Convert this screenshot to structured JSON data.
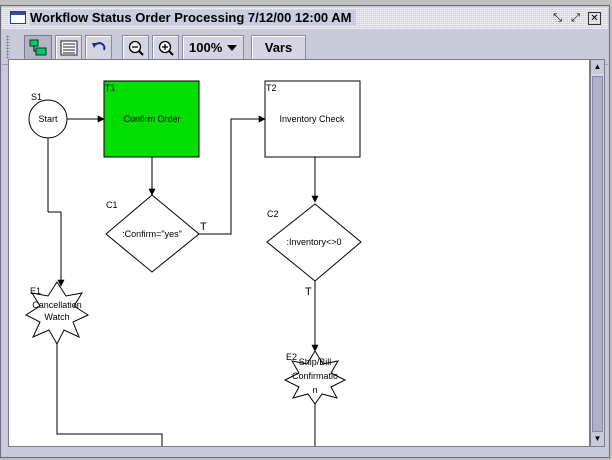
{
  "window": {
    "title": "Workflow Status Order Processing 7/12/00 12:00 AM",
    "controls": {
      "minimize": "⤡",
      "maximize": "⤢",
      "close": "✕"
    }
  },
  "toolbar": {
    "tools": [
      {
        "name": "select-tool",
        "icon": "workflow-select-icon",
        "pressed": true
      },
      {
        "name": "list-tool",
        "icon": "list-icon",
        "pressed": false
      },
      {
        "name": "undo-tool",
        "icon": "undo-icon",
        "pressed": false
      },
      {
        "name": "zoom-out-tool",
        "icon": "zoom-out-icon",
        "pressed": false
      },
      {
        "name": "zoom-in-tool",
        "icon": "zoom-in-icon",
        "pressed": false
      }
    ],
    "zoom_value": "100%",
    "vars_label": "Vars"
  },
  "colors": {
    "active_task": "#00dd00",
    "node_stroke": "#000000",
    "canvas": "#ffffff"
  },
  "diagram": {
    "start": {
      "id": "S1",
      "label": "Start"
    },
    "tasks": [
      {
        "id": "T1",
        "label": "Confirm Order",
        "active": true
      },
      {
        "id": "T2",
        "label": "Inventory Check",
        "active": false
      }
    ],
    "conditions": [
      {
        "id": "C1",
        "label": ":Confirm=\"yes\"",
        "branch": "T"
      },
      {
        "id": "C2",
        "label": ":Inventory<>0",
        "branch": "T"
      }
    ],
    "events": [
      {
        "id": "E1",
        "line1": "Cancellation",
        "line2": "Watch"
      },
      {
        "id": "E2",
        "line1": "Ship/Bill",
        "line2": "Confirmatio",
        "line3": "n"
      }
    ]
  }
}
